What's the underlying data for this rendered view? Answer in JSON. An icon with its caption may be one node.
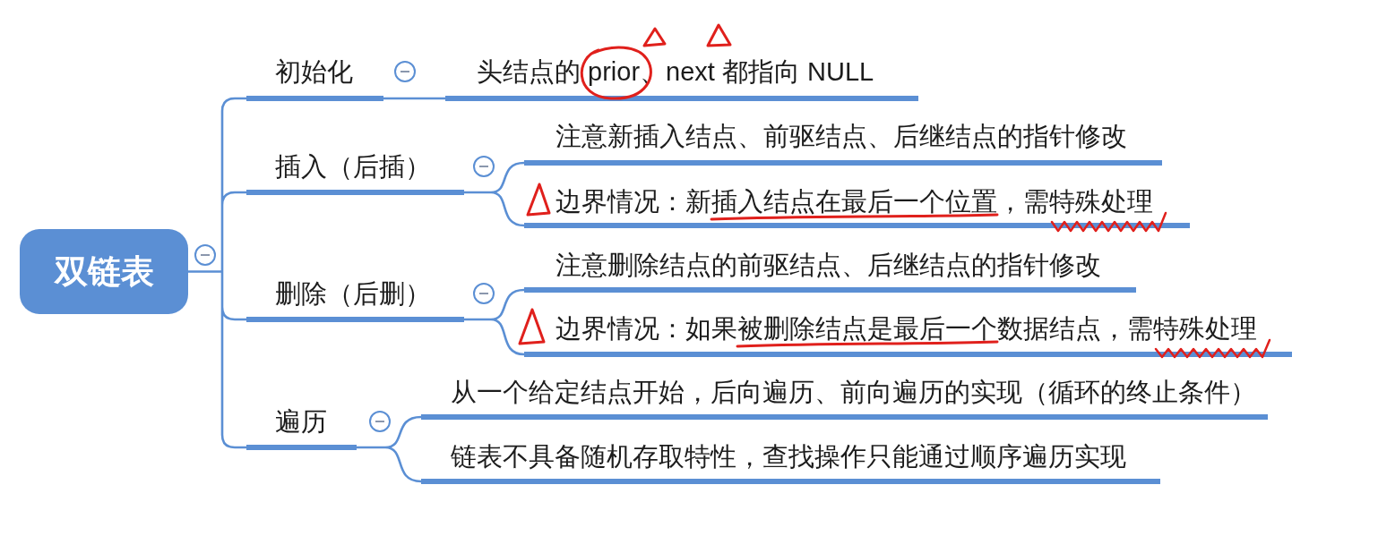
{
  "diagram": {
    "nodes": [
      {
        "text": [
          "双链表"
        ]
      },
      {
        "text": [
          "初始化"
        ]
      },
      {
        "text": [
          "插入（后插）"
        ]
      },
      {
        "text": [
          "删除（后删）"
        ]
      },
      {
        "text": [
          "遍历"
        ]
      },
      {
        "text": [
          "头结点的 prior、next 都指向 NULL"
        ]
      },
      {
        "text": [
          "注意新插入结点、前驱结点、后继结点的指针修改"
        ]
      },
      {
        "text": [
          "边界情况：新插入结点在最后一个位置，需特殊处理"
        ]
      },
      {
        "text": [
          "注意删除结点的前驱结点、后继结点的指针修改"
        ]
      },
      {
        "text": [
          "边界情况：如果被删除结点是最后一个数据结点，需特殊处理"
        ]
      },
      {
        "text": [
          "从一个给定结点开始，后向遍历、前向遍历的实现（循环的终止条件）"
        ]
      },
      {
        "text": [
          "链表不具备随机存取特性，查找操作只能通过顺序遍历实现"
        ]
      }
    ],
    "edges": [
      {
        "from": 0,
        "to": 1,
        "arrow": "none"
      },
      {
        "from": 0,
        "to": 2,
        "arrow": "none"
      },
      {
        "from": 0,
        "to": 3,
        "arrow": "none"
      },
      {
        "from": 0,
        "to": 4,
        "arrow": "none"
      },
      {
        "from": 1,
        "to": 5,
        "arrow": "none"
      },
      {
        "from": 2,
        "to": 6,
        "arrow": "none"
      },
      {
        "from": 2,
        "to": 7,
        "arrow": "none"
      },
      {
        "from": 3,
        "to": 8,
        "arrow": "none"
      },
      {
        "from": 3,
        "to": 9,
        "arrow": "none"
      },
      {
        "from": 4,
        "to": 10,
        "arrow": "none"
      },
      {
        "from": 4,
        "to": 11,
        "arrow": "none"
      }
    ]
  }
}
